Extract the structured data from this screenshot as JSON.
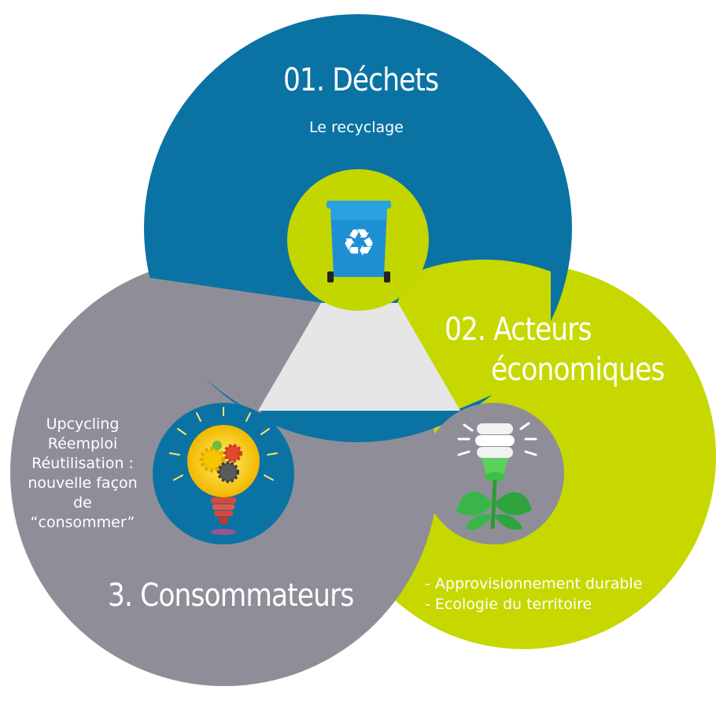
{
  "section1": {
    "title": "01. Déchets",
    "subtitle": "Le recyclage",
    "icon": "recycling-bin-icon",
    "color": "#0a73a3",
    "badge_color": "#c3d600"
  },
  "section2": {
    "title_line1": "02. Acteurs",
    "title_line2": "économiques",
    "items": [
      "- Approvisionnement durable",
      "- Ecologie du territoire"
    ],
    "icon": "eco-bulb-plant-icon",
    "color": "#c6d800",
    "badge_color": "#8f8e98"
  },
  "section3": {
    "title": "3. Consommateurs",
    "lines": [
      "Upcycling",
      "Réemploi",
      "Réutilisation :",
      "nouvelle façon",
      "de",
      "“consommer”"
    ],
    "icon": "idea-bulb-gears-icon",
    "color": "#8f8e98",
    "badge_color": "#0a73a3"
  },
  "center": {
    "color": "#e6e6e6"
  }
}
